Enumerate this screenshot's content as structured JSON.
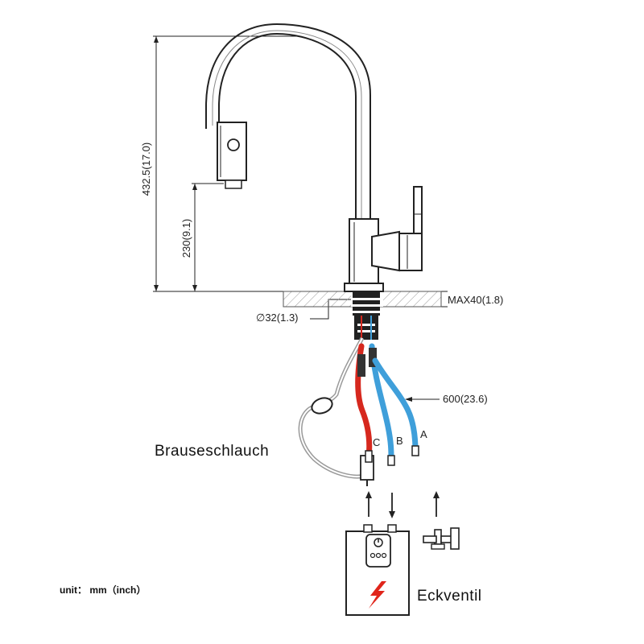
{
  "dimensions": {
    "total_height": "432.5(17.0)",
    "spout_height": "230(9.1)",
    "max_thickness": "MAX40(1.8)",
    "diameter": "∅32(1.3)",
    "hose_length": "600(23.6)"
  },
  "hoses": {
    "a": "A",
    "b": "B",
    "c": "C"
  },
  "labels": {
    "shower_hose": "Brauseschlauch",
    "angle_valve": "Eckventil",
    "unit": "unit： mm（inch）"
  },
  "colors": {
    "hot": "#d6281e",
    "cold": "#3f9fda",
    "line": "#222222",
    "lightning": "#e0251b"
  }
}
